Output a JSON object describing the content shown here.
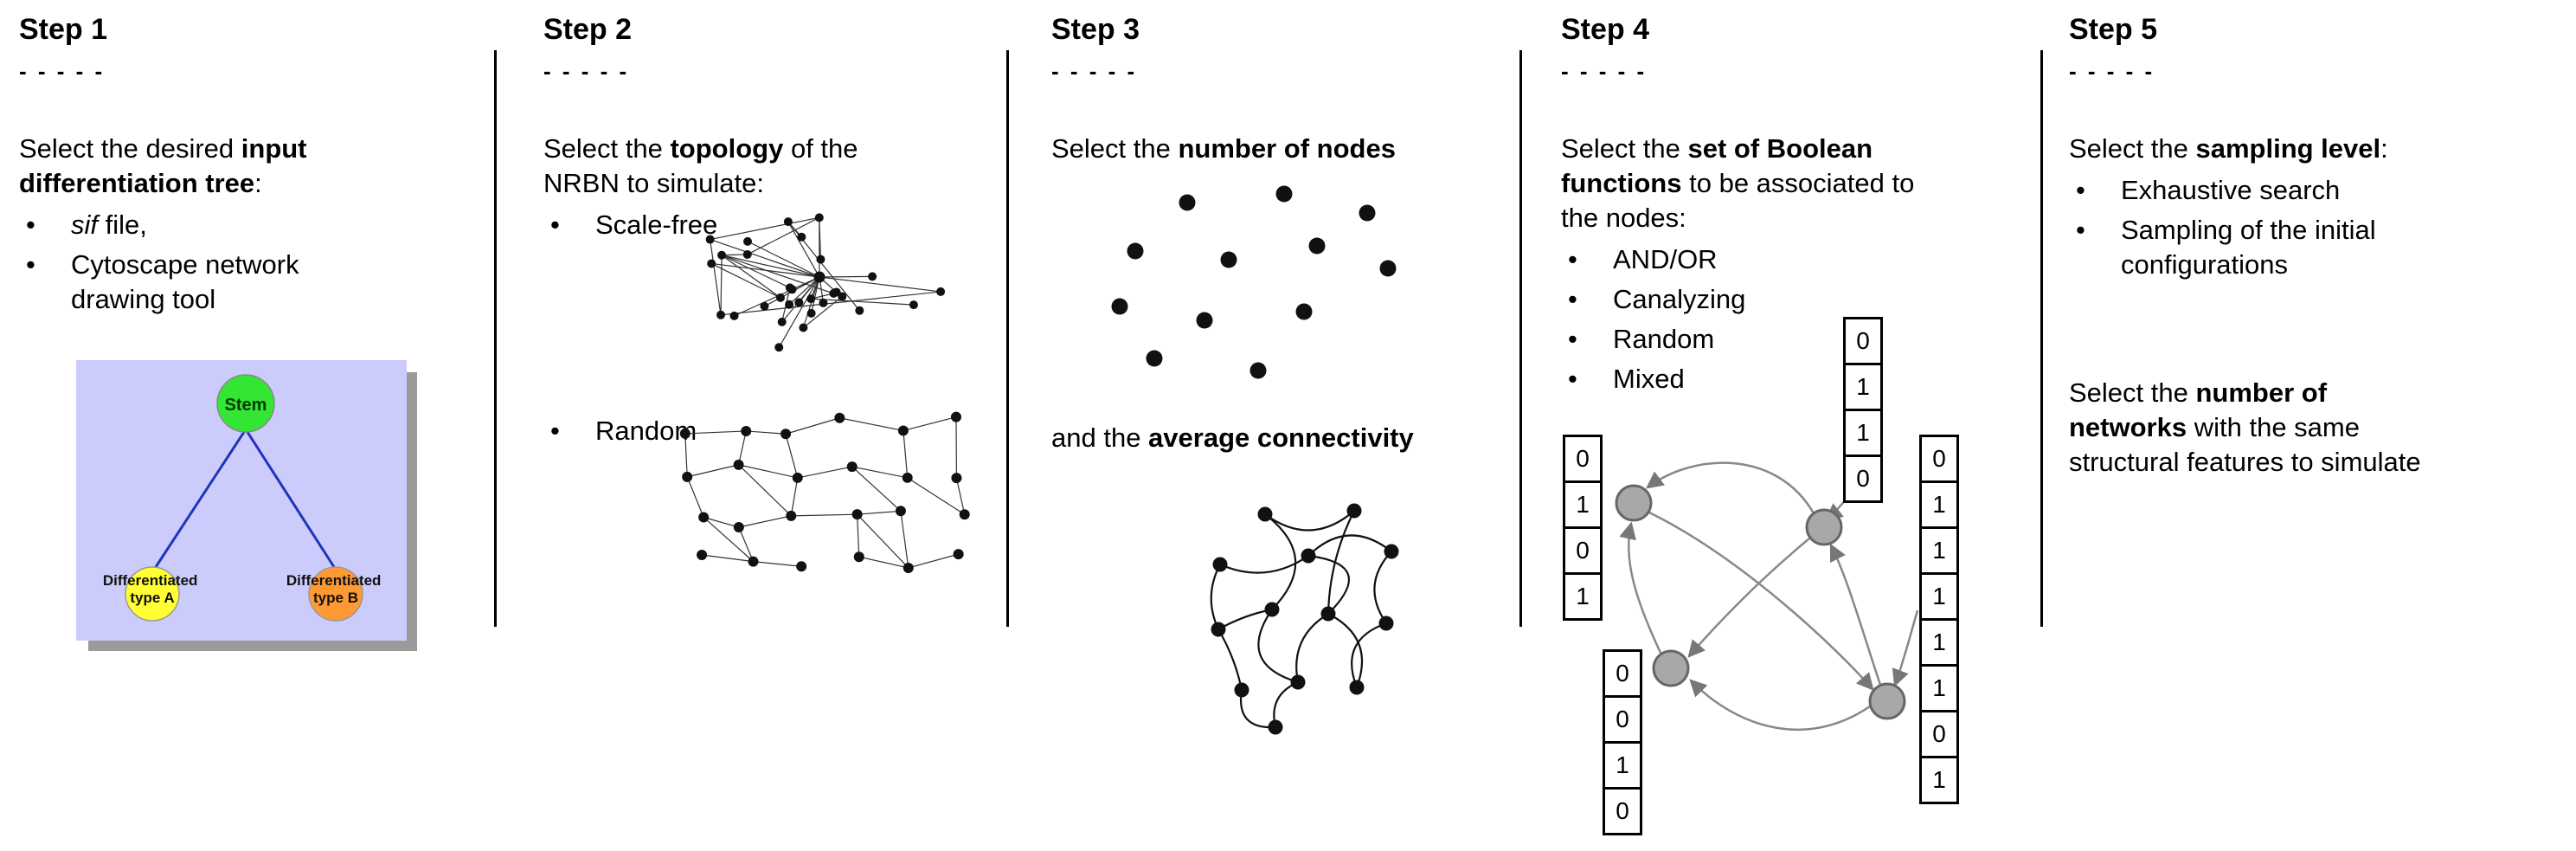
{
  "steps": [
    {
      "title": "Step 1",
      "dashes": "- - - - -",
      "l1_pre": "Select the desired ",
      "l1_bold": "input",
      "l2_bold": "differentiation tree",
      "l2_post": ":",
      "bullet1_italic": "sif",
      "bullet1_rest": " file,",
      "bullet2": "Cytoscape network drawing tool",
      "tree": {
        "stem": "Stem",
        "typeA_l1": "Differentiated",
        "typeA_l2": "type A",
        "typeB_l1": "Differentiated",
        "typeB_l2": "type B"
      }
    },
    {
      "title": "Step 2",
      "dashes": "- - - - -",
      "l1_pre": "Select the ",
      "l1_bold": "topology",
      "l1_post": " of the",
      "l2": "NRBN to simulate:",
      "bullets": [
        "Scale-free",
        "Random"
      ]
    },
    {
      "title": "Step 3",
      "dashes": "- - - - -",
      "p1_pre": "Select the ",
      "p1_bold": "number of nodes",
      "p2_pre": "and the ",
      "p2_bold": "average connectivity"
    },
    {
      "title": "Step 4",
      "dashes": "- - - - -",
      "l1_pre": "Select the ",
      "l1_bold": "set of Boolean",
      "l2_bold": "functions",
      "l2_post": " to be associated to",
      "l3": "the nodes:",
      "bullets": [
        "AND/OR",
        "Canalyzing",
        "Random",
        "Mixed"
      ],
      "tables": {
        "left": [
          "0",
          "1",
          "0",
          "1"
        ],
        "top": [
          "0",
          "1",
          "1",
          "0"
        ],
        "bottom": [
          "0",
          "0",
          "1",
          "0"
        ],
        "right": [
          "0",
          "1",
          "1",
          "1",
          "1",
          "1",
          "0",
          "1"
        ]
      }
    },
    {
      "title": "Step 5",
      "dashes": "- - - - -",
      "p1_pre": "Select the ",
      "p1_bold": "sampling level",
      "p1_post": ":",
      "bullets": [
        "Exhaustive search",
        "Sampling of the initial configurations"
      ],
      "p2_l1_pre": "Select the ",
      "p2_l1_bold": "number of",
      "p2_l2_bold": "networks",
      "p2_l2_post": " with the same",
      "p2_l3": "structural features to simulate"
    }
  ],
  "colors": {
    "tree_bg": "#ccccfc",
    "stem": "#33e633",
    "typeA": "#ffff33",
    "typeB": "#ff9933",
    "edge_blue": "#2233bb",
    "node_gray": "#a8a8a8"
  }
}
